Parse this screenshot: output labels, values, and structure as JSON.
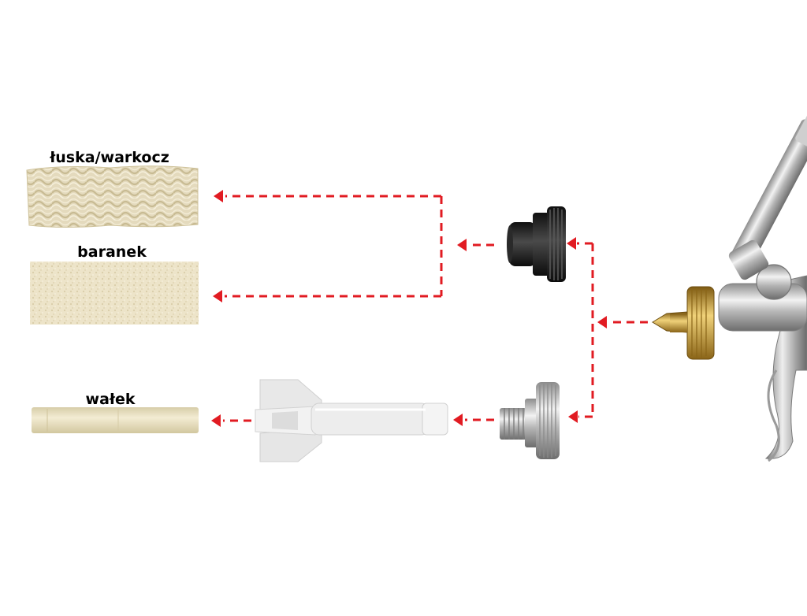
{
  "labels": {
    "luska": "łuska/warkocz",
    "baranek": "baranek",
    "walek": "wałek"
  },
  "colors": {
    "arrow": "#e11b22",
    "cream_texture": "#e6dcc2",
    "cream_light": "#efe7d0",
    "roll_cream": "#e8dfbf",
    "brass": "#c9a13a",
    "nozzle_black": "#1e1e1e",
    "nozzle_white": "#ececec",
    "metal": "#bcbcbc"
  },
  "icons": {
    "coarse_nozzle": "black-knurled-nozzle",
    "fine_nozzle": "silver-threaded-nozzle",
    "spreader": "white-spreader-nozzle",
    "gun": "spray-gun"
  }
}
